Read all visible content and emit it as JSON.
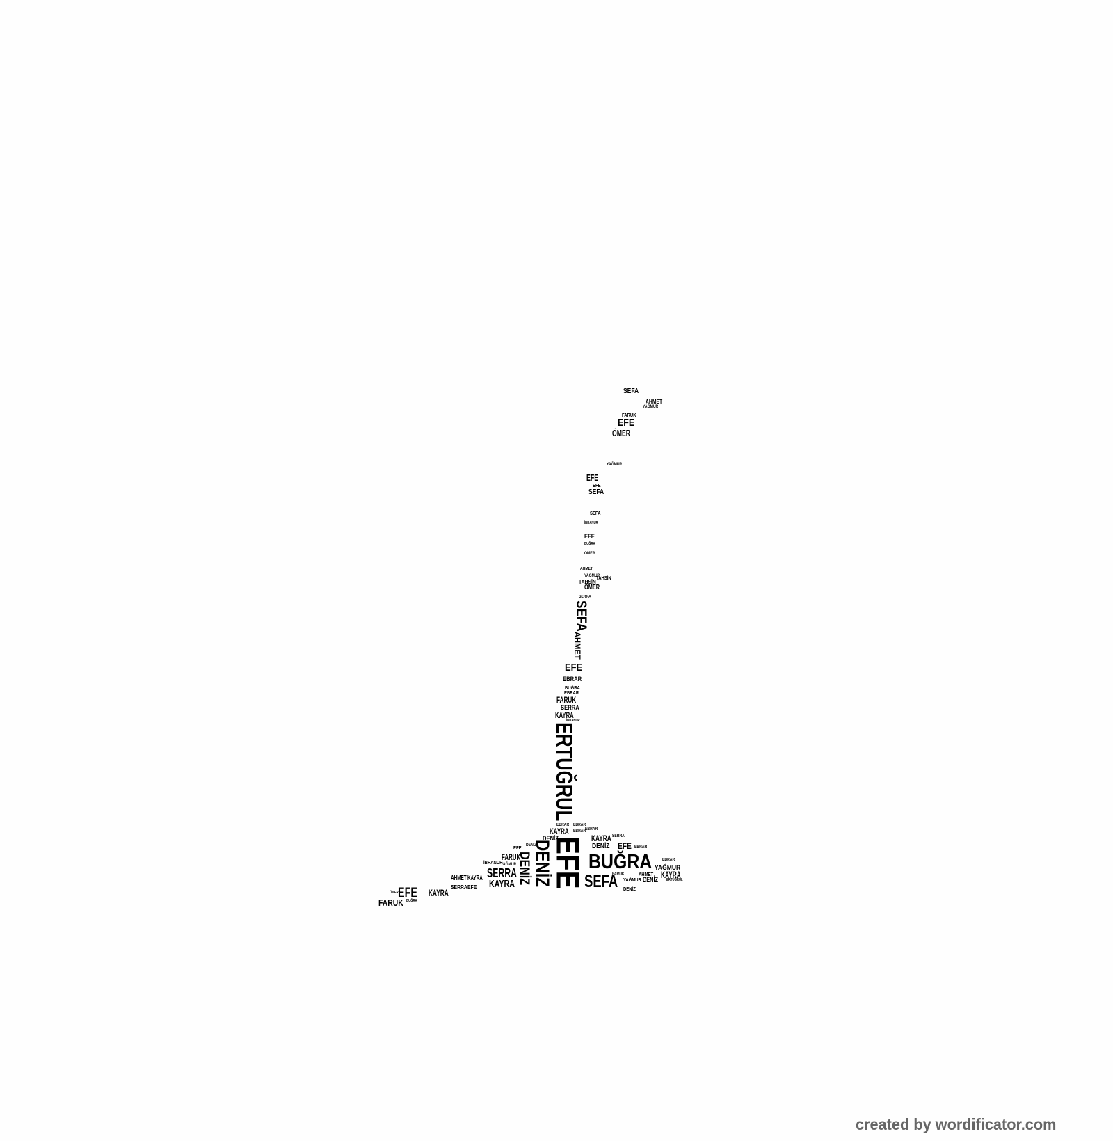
{
  "cloud": {
    "words": [
      "SEFA",
      "AHMET",
      "YAĞMUR",
      "FARUK",
      "EFE",
      "ÖMER",
      "YAĞMUR",
      "EFE",
      "EFE",
      "SEFA",
      "SEFA",
      "İBRANUR",
      "EFE",
      "BUĞRA",
      "ÖMER",
      "AHMET",
      "YAĞMUR",
      "TAHSİN",
      "TAHSİN",
      "ÖMER",
      "SERRA",
      "SEFA",
      "AHMET",
      "EFE",
      "EBRAR",
      "BUĞRA",
      "EBRAR",
      "FARUK",
      "SERRA",
      "KAYRA",
      "İBRANUR",
      "ERTUĞRUL",
      "EBRAR",
      "EBRAR",
      "KAYRA",
      "EBRAR",
      "EBRAR",
      "DENİZ",
      "KAYRA",
      "SERRA",
      "EFE",
      "DENİZ",
      "DENİZ",
      "DENİZ",
      "EFE",
      "EBRAR",
      "BUĞRA",
      "SEFA",
      "FARUK",
      "İBRANUR",
      "YAĞMUR",
      "SERRA",
      "KAYRA",
      "AHMET",
      "KAYRA",
      "SERRA",
      "EFE",
      "EFE",
      "KAYRA",
      "FARUK",
      "ÖMER",
      "BUĞRA",
      "YAĞMUR",
      "EBRAR",
      "KAYRA",
      "ERTUĞRUL",
      "AHMET",
      "FARUK",
      "YAĞMUR",
      "DENİZ",
      "DENİZ",
      "EFE",
      "DENİZ"
    ]
  },
  "footer": {
    "credit": "created by wordificator.com"
  }
}
